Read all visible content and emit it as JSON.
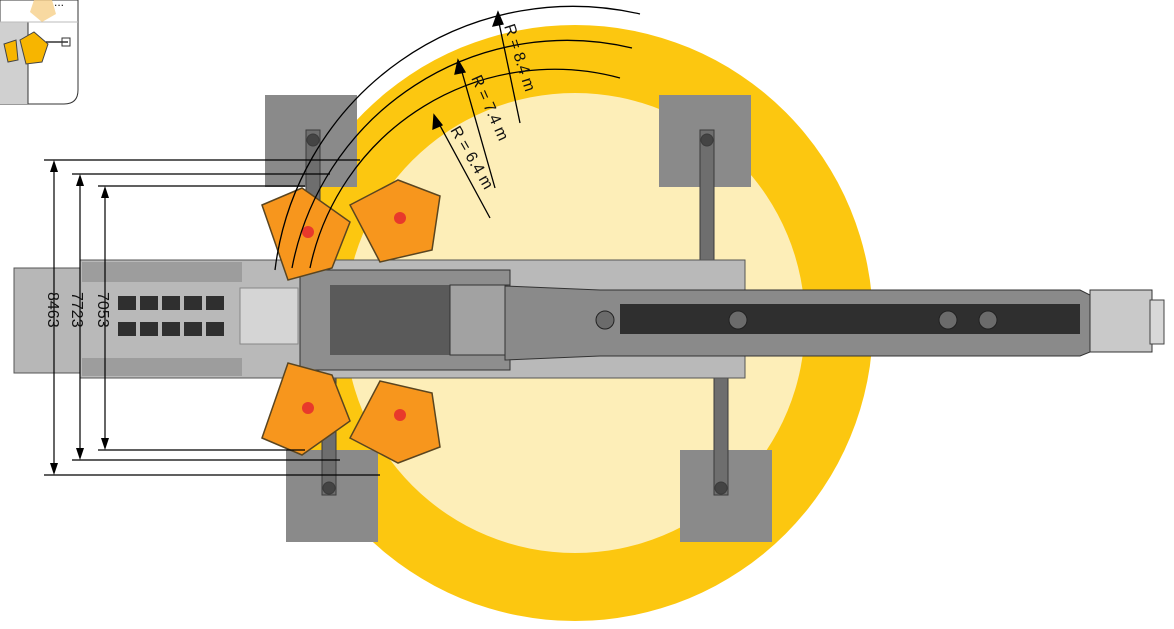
{
  "colors": {
    "outer_ring": "#fcc710",
    "inner_disk": "#fdeeb8",
    "counterweight": "#f7961d",
    "counterweight_dot": "#e8392b",
    "outrigger_pad": "#8a8a8a",
    "chassis": "#b7b7b7",
    "chassis_dark": "#3b3b3b",
    "line": "#000000"
  },
  "radius_labels": {
    "r84": "R = 8.4 m",
    "r74": "R = 7.4 m",
    "r64": "R = 6.4 m"
  },
  "dimensions": {
    "d7053": "7053",
    "d7723": "7723",
    "d8463": "8463"
  },
  "inset": {
    "label_partial": "...",
    "icon": "crane-top-view-inset-icon"
  }
}
